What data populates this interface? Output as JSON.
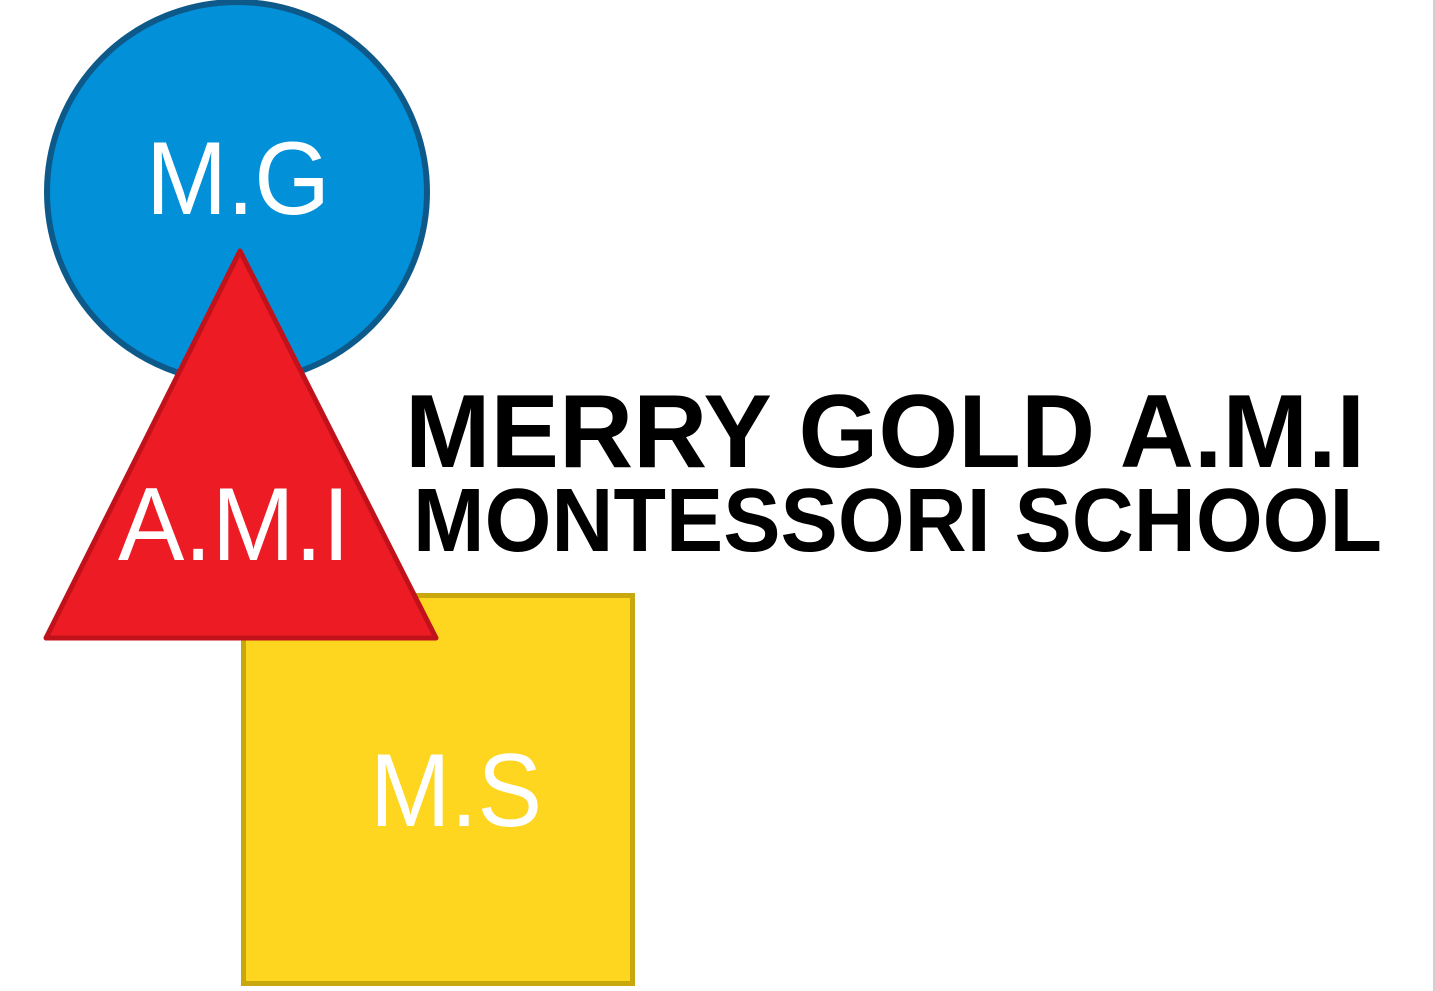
{
  "logo": {
    "circle_label": "M.G",
    "triangle_label": "A.M.I",
    "square_label": "M.S",
    "title_line1": "MERRY GOLD A.M.I",
    "title_line2": "MONTESSORI SCHOOL",
    "colors": {
      "circle_fill": "#0290d8",
      "circle_stroke": "#0d5a8a",
      "triangle_fill": "#ed1c24",
      "triangle_stroke": "#c1121b",
      "square_fill": "#fed51f",
      "square_stroke": "#c9a80d",
      "text": "#000000"
    }
  }
}
